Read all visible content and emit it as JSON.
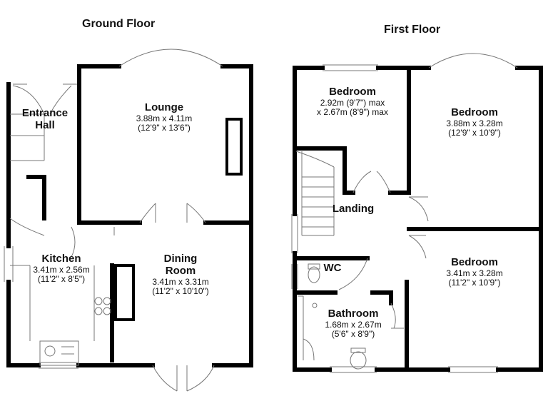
{
  "floors": [
    {
      "title": "Ground Floor",
      "rooms": [
        {
          "name": "Entrance",
          "name2": "Hall",
          "metric": "",
          "imperial": ""
        },
        {
          "name": "Lounge",
          "metric": "3.88m x 4.11m",
          "imperial": "(12'9\" x 13'6\")"
        },
        {
          "name": "Kitchen",
          "metric": "3.41m x 2.56m",
          "imperial": "(11'2\" x 8'5\")"
        },
        {
          "name": "Dining",
          "name2": "Room",
          "metric": "3.41m x 3.31m",
          "imperial": "(11'2\" x 10'10\")"
        }
      ]
    },
    {
      "title": "First Floor",
      "rooms": [
        {
          "name": "Bedroom",
          "metric": "2.92m (9'7\") max",
          "imperial": "x 2.67m (8'9\") max"
        },
        {
          "name": "Bedroom",
          "metric": "3.88m x 3.28m",
          "imperial": "(12'9\" x 10'9\")"
        },
        {
          "name": "Landing",
          "metric": "",
          "imperial": ""
        },
        {
          "name": "WC",
          "metric": "",
          "imperial": ""
        },
        {
          "name": "Bathroom",
          "metric": "1.68m x 2.67m",
          "imperial": "(5'6\" x 8'9\")"
        },
        {
          "name": "Bedroom",
          "metric": "3.41m x 3.28m",
          "imperial": "(11'2\" x 10'9\")"
        }
      ]
    }
  ],
  "colors": {
    "wall": "#000000",
    "fixture": "#777777",
    "background": "#ffffff"
  }
}
